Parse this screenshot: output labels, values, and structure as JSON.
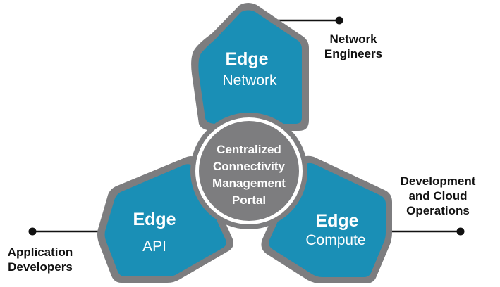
{
  "colors": {
    "petal_fill": "#1a8fb6",
    "petal_border": "#7d7d7f",
    "hub_fill": "#7d7d7f",
    "hub_border": "#ffffff",
    "connector": "#111111"
  },
  "petals": {
    "network": {
      "title": "Edge",
      "subtitle": "Network"
    },
    "api": {
      "title": "Edge",
      "subtitle": "API"
    },
    "compute": {
      "title": "Edge",
      "subtitle": "Compute"
    }
  },
  "hub": {
    "lines": [
      "Centralized",
      "Connectivity",
      "Management",
      "Portal"
    ]
  },
  "audiences": {
    "network": {
      "line1": "Network",
      "line2": "Engineers"
    },
    "api": {
      "line1": "Application",
      "line2": "Developers"
    },
    "compute": {
      "line1": "Development",
      "line2": "and Cloud",
      "line3": "Operations"
    }
  }
}
